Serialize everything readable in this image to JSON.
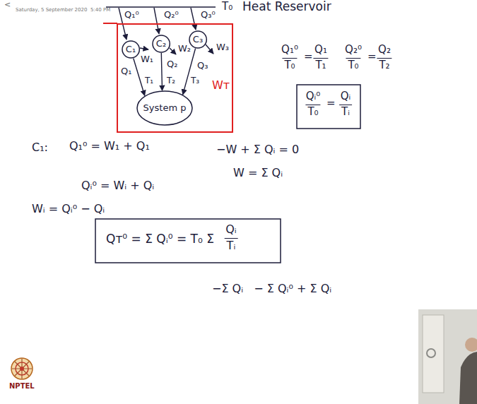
{
  "diagram": {
    "nodes": [
      {
        "text": [
          "Wᴛ"
        ]
      },
      {
        "text": [
          "C₁"
        ],
        "in": 0
      },
      {
        "text": [
          "C₂"
        ],
        "in": 0
      },
      {
        "text": [
          "C₃"
        ],
        "in": 0
      },
      {
        "text": [
          "System p"
        ],
        "in": 0
      }
    ],
    "edges": [
      {
        "from": 1,
        "to": 4,
        "label": "Q₁",
        "arrow": "to"
      },
      {
        "from": 2,
        "to": 4,
        "label": "Q₂",
        "arrow": "to"
      },
      {
        "from": 3,
        "to": 4,
        "label": "Q₃",
        "arrow": "to"
      }
    ],
    "labels": [
      "<",
      "Saturday, 5 September 2020",
      "5:40 PM",
      "T₀",
      "Heat Reservoir",
      "Q₁⁰",
      "Q₂⁰",
      "Q₃⁰",
      "W₁",
      "W₂",
      "W₃",
      "T₁",
      "T₂",
      "T₃",
      "Q₁⁰",
      "T₀",
      "=",
      "Q₁",
      "T₁",
      "Q₂⁰",
      "T₀",
      "=",
      "Q₂",
      "T₂",
      "Qᵢ⁰",
      "T₀",
      "=",
      "Qᵢ",
      "Tᵢ",
      "C₁:",
      "Q₁⁰ = W₁ + Q₁",
      "−W + Σ Qᵢ = 0",
      "W = Σ Qᵢ",
      "Qᵢ⁰ = Wᵢ + Qᵢ",
      "Wᵢ = Qᵢ⁰ − Qᵢ",
      "Qᴛ⁰ = Σ Qᵢ⁰ = T₀ Σ",
      "Qᵢ",
      "Tᵢ",
      "−Σ Qᵢ   − Σ Qᵢ⁰ + Σ Qᵢ",
      "NPTEL"
    ]
  }
}
